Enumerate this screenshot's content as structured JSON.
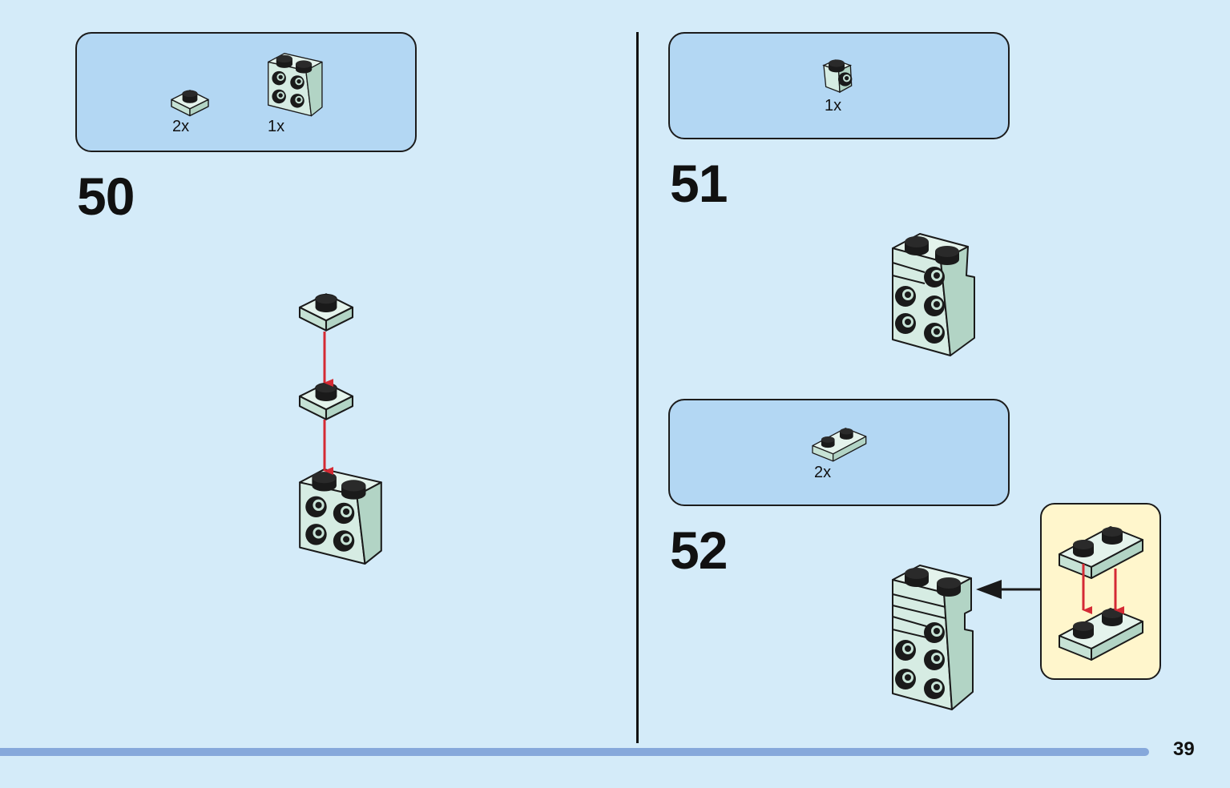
{
  "step50": {
    "number": "50",
    "parts": [
      {
        "icon": "plate-1x1-icon",
        "qty": "2x"
      },
      {
        "icon": "bracket-brick-2x2-icon",
        "qty": "1x"
      }
    ]
  },
  "step51": {
    "number": "51",
    "parts": [
      {
        "icon": "headlight-brick-icon",
        "qty": "1x"
      }
    ]
  },
  "step52": {
    "number": "52",
    "parts": [
      {
        "icon": "plate-1x2-icon",
        "qty": "2x"
      }
    ]
  },
  "page": {
    "number": "39"
  },
  "colors": {
    "background": "#d4ebf9",
    "parts_box": "#b3d7f3",
    "callout": "#fff6cc",
    "brick": "#d6ece3",
    "arrow_red": "#d42a34",
    "progress": "#86a8db"
  }
}
